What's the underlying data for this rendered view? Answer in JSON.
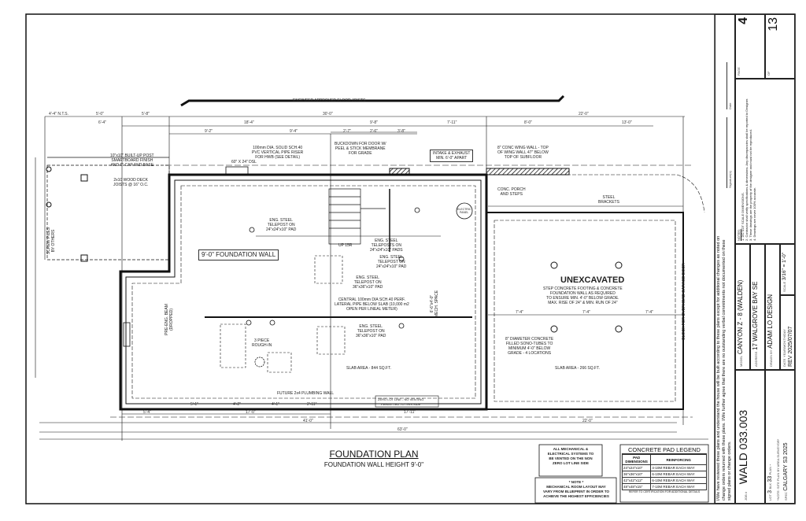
{
  "plan": {
    "title": "FOUNDATION PLAN",
    "subtitle": "FOUNDATION WALL HEIGHT 9'-0\"",
    "joists_note": "ENGINEER APPROVED FLOOR JOISTS",
    "foundation_wall_label": "9'-0\" FOUNDATION WALL",
    "unexcavated_title": "UNEXCAVATED",
    "unexcavated_note": "STEP CONCRETE FOOTING & CONCRETE\nFOUNDATION WALL AS REQUIRED\nTO ENSURE MIN. 4'-0\" BELOW GRADE.\nMAX. RISE OF 24\" & MIN. RUN OF 24\"",
    "sono_tubes": "8\" DIAMETER CONCRETE\nFILLED SONO-TUBES TO\nMINIMUM 4'-0\" BELOW\nGRADE - 4 LOCATIONS",
    "slab_area_main": "SLAB AREA - 844 SQ.FT.",
    "slab_area_unexc": "SLAB AREA - 266 SQ.FT.",
    "built_up_post": "10\"x10\" BUILT-UP POST\nSMARTBOARD FINISH\nAND 6\" CAP AND BASE",
    "wood_deck": "2x10 WOOD DECK\nJOISTS @ 16\" O.C.",
    "screw_piles": "SCREW PILES\nBY OTHERS",
    "pipe_riser": "100mm DIA. SOLID SCH.40\nPVC VERTICAL PIPE RISER\nFOR HWB (SEE DETAIL)",
    "buckdown": "BUCKDOWN FOR DOOR W/\nPEEL & STICK MEMBRANE\nFOR GRADE",
    "intake": "INTAKE & EXHAUST\nMIN. 6'-0\" APART",
    "wing_wall": "8\" CONC WING WALL - TOP\nOF WING WALL 47\" BELOW\nTOP OF SUBFLOOR",
    "porch": "CONC. PORCH\nAND STEPS",
    "steel_brackets": "STEEL\nBRACKETS",
    "window": "60\" X 24\" DSL",
    "teleposts_1": "ENG. STEEL\nTELEPOST ON\n24\"x24\"x10\" PAD",
    "teleposts_2": "ENG. STEEL\nTELEPOSTS ON\n24\"x24\"x10\" PADS",
    "teleposts_3": "ENG. STEEL\nTELEPOST ON\n24\"x24\"x10\" PAD",
    "teleposts_4": "ENG. STEEL\nTELEPOST ON\n36\"x36\"x10\" PAD",
    "teleposts_5": "ENG. STEEL\nTELEPOST ON\n36\"x36\"x10\" PAD",
    "central_pipe": "CENTRAL 100mm DIA SCH.40 PERF.\nLATERAL PIPE BELOW SLAB (10,000 m2\nOPEN PER LINEAL METER)",
    "three_piece": "3 PIECE\nROUGH-IN",
    "plumbing_wall": "FUTURE 2x4 PLUMBING WALL",
    "zero_lot": "ZERO LOT LINE - NO VENTING\nPERMITTED TO THIS SIDE",
    "up_stairs": "UP 15R",
    "electric_panel": "ELECTRIC\nPANEL",
    "mech_space": "6'-6\"x4'-0\"\nMECH. SPACE",
    "garage_door": "BLOCK FOR OVERHEAD GARAGE DOOR",
    "beam_dropped": "PRE-ENG. BEAM\n(DROPPED)",
    "dims_top": [
      "4'-4\" N.T.S.",
      "5'-0\"",
      "5'-8\"",
      "30'-0\"",
      "22'-0\"",
      "18'-4\"",
      "9'-8\"",
      "7'-11\"",
      "8'-0\"",
      "13'-0\"",
      "9'-2\"",
      "9'-4\"",
      "2'-7\"",
      "2'-6\"",
      "3'-8\"",
      "6'-4\""
    ],
    "dims_bottom": [
      "5'-1\"",
      "4'-2\"",
      "4'-1\"",
      "2'-11\"",
      "5'-4\"",
      "17'-0\"",
      "17'-11\"",
      "41'-0\"",
      "22'-0\"",
      "63'-0\"",
      "7'-4\"",
      "7'-4\"",
      "7'-4\""
    ],
    "mech_note_1": "ALL MECHANICAL &\nELECTRICAL SYSTEMS TO\nBE VENTED ON THE NON\nZERO LOT LINE SIDE",
    "mech_note_2": "* NOTE *\nMECHANICAL ROOM LAYOUT MAY\nVARY FROM BLUEPRINT IN ORDER TO\nACHIEVE THE HIGHEST EFFICIENCIES",
    "pad_legend": {
      "title": "CONCRETE PAD LEGEND",
      "headers": [
        "PAD DIMENSIONS",
        "REINFORCING"
      ],
      "rows": [
        [
          "24\"x24\"x10\"",
          "4-10M REBAR EACH WAY"
        ],
        [
          "36\"x36\"x10\"",
          "6-10M REBAR EACH WAY"
        ],
        [
          "42\"x42\"x12\"",
          "6-10M REBAR EACH WAY"
        ],
        [
          "48\"x48\"x15\"",
          "7-10M REBAR EACH WAY"
        ]
      ],
      "footer": "REFER TO CERTIFICATION FOR ADDITIONAL DETAILS"
    }
  },
  "title_block": {
    "disclaimer": "I/We have reviewed these plans and understand the house will be built according to these plans except for additional changes as noted on change orders returned with these plans. I/We further agree that there are no outstanding verbal commitments not documented on these signed plans or change orders.",
    "signature_label": "Signature(s)",
    "date_label": "Date",
    "job_label": "JOB #",
    "job": "WALD 033.003",
    "lot_label": "LOT",
    "lot": "3",
    "blk_label": "BLK",
    "blk": "33",
    "plan_label": "PLAN",
    "plan": "-",
    "site_note": "*NOTE: SITE PLAN BY AREA SURVEYOR*",
    "spec_label": "SPEC",
    "spec": "CALGARY S3 2025",
    "model_label": "MODEL",
    "model": "CANYON Z - 8 (WALDEN)",
    "address_label": "ADDRESS",
    "address": "17 WALGROVE BAY SE",
    "drawn_label": "DRAWN BY",
    "drawn_by": "ADAM LO DESIGN",
    "date_field_label": "DATE",
    "date_small": "YEAR/MONTH/DAY",
    "date": "REV 2025/07/07",
    "scale_label": "SCALE",
    "scale": "3/16\" = 1'-0\"",
    "notes_title": "NOTES:",
    "notes": "1. DO NOT SCALE DIMENSIONS.\n2. Contractor shall verify specifications & dimensions. Any discrepancies shall be reported to Designer.\n3. These drawings are the property of the designer and must not be reproduced.\n4. Drawings are never 100% accurate.",
    "page_label": "PAGE",
    "page": "4",
    "of_label": "OF",
    "of": "13"
  }
}
